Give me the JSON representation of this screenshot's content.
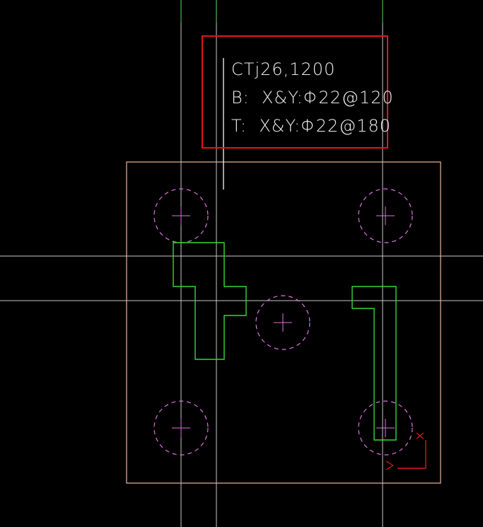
{
  "annotation": {
    "lines": [
      "CTj26,1200",
      "B:  X&Y:Φ22@120",
      "T:  X&Y:Φ22@180"
    ]
  },
  "colors": {
    "background": "#000000",
    "gridline": "#c8c8c8",
    "grid_green": "#5fd35f",
    "cap_outline": "#e8b89a",
    "pile_circle": "#e070e0",
    "wall_outline": "#36d836",
    "highlight_box": "#e01818",
    "leader_line": "#e6e6e6",
    "annotation_text": "#ededed",
    "marker": "#e01818"
  },
  "elements": {
    "pile_count": 5,
    "pile_symbol": "dashed-circle-with-cross",
    "selection_marker": "corner-grip-icon"
  }
}
